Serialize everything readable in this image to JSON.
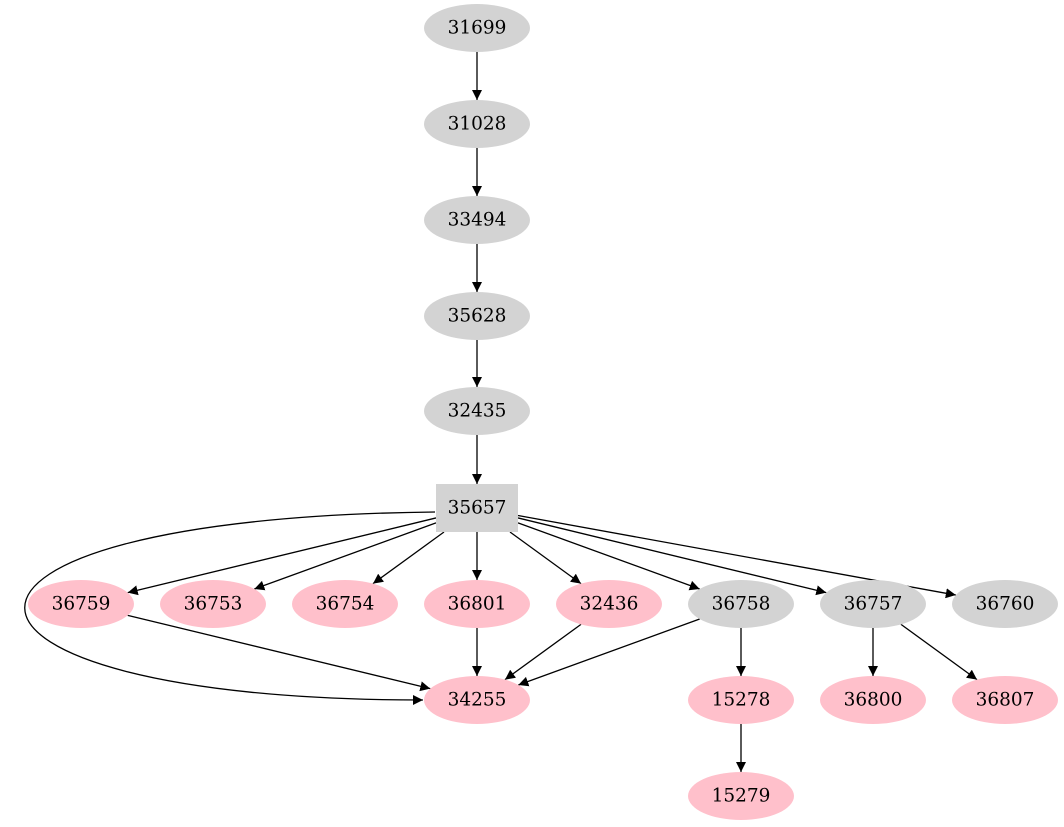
{
  "colors": {
    "gray": "#d3d3d3",
    "pink": "#ffc0cb",
    "edge": "#000000"
  },
  "nodes": [
    {
      "id": "n31699",
      "label": "31699",
      "color": "gray",
      "shape": "ellipse"
    },
    {
      "id": "n31028",
      "label": "31028",
      "color": "gray",
      "shape": "ellipse"
    },
    {
      "id": "n33494",
      "label": "33494",
      "color": "gray",
      "shape": "ellipse"
    },
    {
      "id": "n35628",
      "label": "35628",
      "color": "gray",
      "shape": "ellipse"
    },
    {
      "id": "n32435",
      "label": "32435",
      "color": "gray",
      "shape": "ellipse"
    },
    {
      "id": "n35657",
      "label": "35657",
      "color": "gray",
      "shape": "box"
    },
    {
      "id": "n36759",
      "label": "36759",
      "color": "pink",
      "shape": "ellipse"
    },
    {
      "id": "n36753",
      "label": "36753",
      "color": "pink",
      "shape": "ellipse"
    },
    {
      "id": "n36754",
      "label": "36754",
      "color": "pink",
      "shape": "ellipse"
    },
    {
      "id": "n36801",
      "label": "36801",
      "color": "pink",
      "shape": "ellipse"
    },
    {
      "id": "n32436",
      "label": "32436",
      "color": "pink",
      "shape": "ellipse"
    },
    {
      "id": "n36758",
      "label": "36758",
      "color": "gray",
      "shape": "ellipse"
    },
    {
      "id": "n36757",
      "label": "36757",
      "color": "gray",
      "shape": "ellipse"
    },
    {
      "id": "n36760",
      "label": "36760",
      "color": "gray",
      "shape": "ellipse"
    },
    {
      "id": "n34255",
      "label": "34255",
      "color": "pink",
      "shape": "ellipse"
    },
    {
      "id": "n15278",
      "label": "15278",
      "color": "pink",
      "shape": "ellipse"
    },
    {
      "id": "n36800",
      "label": "36800",
      "color": "pink",
      "shape": "ellipse"
    },
    {
      "id": "n36807",
      "label": "36807",
      "color": "pink",
      "shape": "ellipse"
    },
    {
      "id": "n15279",
      "label": "15279",
      "color": "pink",
      "shape": "ellipse"
    }
  ],
  "edges": [
    {
      "from": "n31699",
      "to": "n31028"
    },
    {
      "from": "n31028",
      "to": "n33494"
    },
    {
      "from": "n33494",
      "to": "n35628"
    },
    {
      "from": "n35628",
      "to": "n32435"
    },
    {
      "from": "n32435",
      "to": "n35657"
    },
    {
      "from": "n35657",
      "to": "n34255"
    },
    {
      "from": "n35657",
      "to": "n36759"
    },
    {
      "from": "n35657",
      "to": "n36753"
    },
    {
      "from": "n35657",
      "to": "n36754"
    },
    {
      "from": "n35657",
      "to": "n36801"
    },
    {
      "from": "n35657",
      "to": "n32436"
    },
    {
      "from": "n35657",
      "to": "n36758"
    },
    {
      "from": "n35657",
      "to": "n36757"
    },
    {
      "from": "n35657",
      "to": "n36760"
    },
    {
      "from": "n36759",
      "to": "n34255"
    },
    {
      "from": "n36801",
      "to": "n34255"
    },
    {
      "from": "n32436",
      "to": "n34255"
    },
    {
      "from": "n36758",
      "to": "n34255"
    },
    {
      "from": "n36758",
      "to": "n15278"
    },
    {
      "from": "n36757",
      "to": "n36800"
    },
    {
      "from": "n36757",
      "to": "n36807"
    },
    {
      "from": "n15278",
      "to": "n15279"
    }
  ]
}
